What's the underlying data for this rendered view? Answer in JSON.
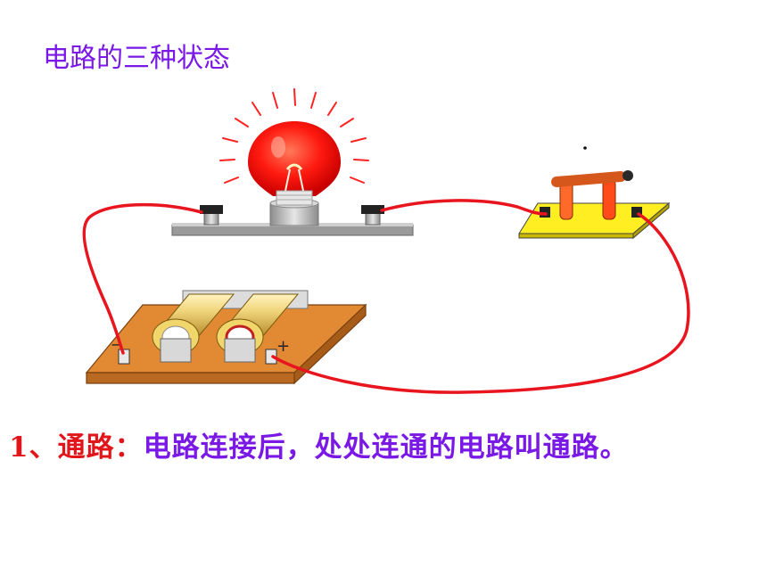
{
  "title": "电路的三种状态",
  "caption": {
    "number": "1、",
    "term": "通路：",
    "definition": "电路连接后，处处连通的电路叫通路。"
  },
  "battery_labels": {
    "negative": "−",
    "positive": "+"
  },
  "colors": {
    "title": "#7a18e6",
    "term": "#e0161a",
    "definition": "#7a18e6",
    "wire": "#e8141e",
    "bulb": "#ff1a10",
    "board": "#e28a33"
  }
}
